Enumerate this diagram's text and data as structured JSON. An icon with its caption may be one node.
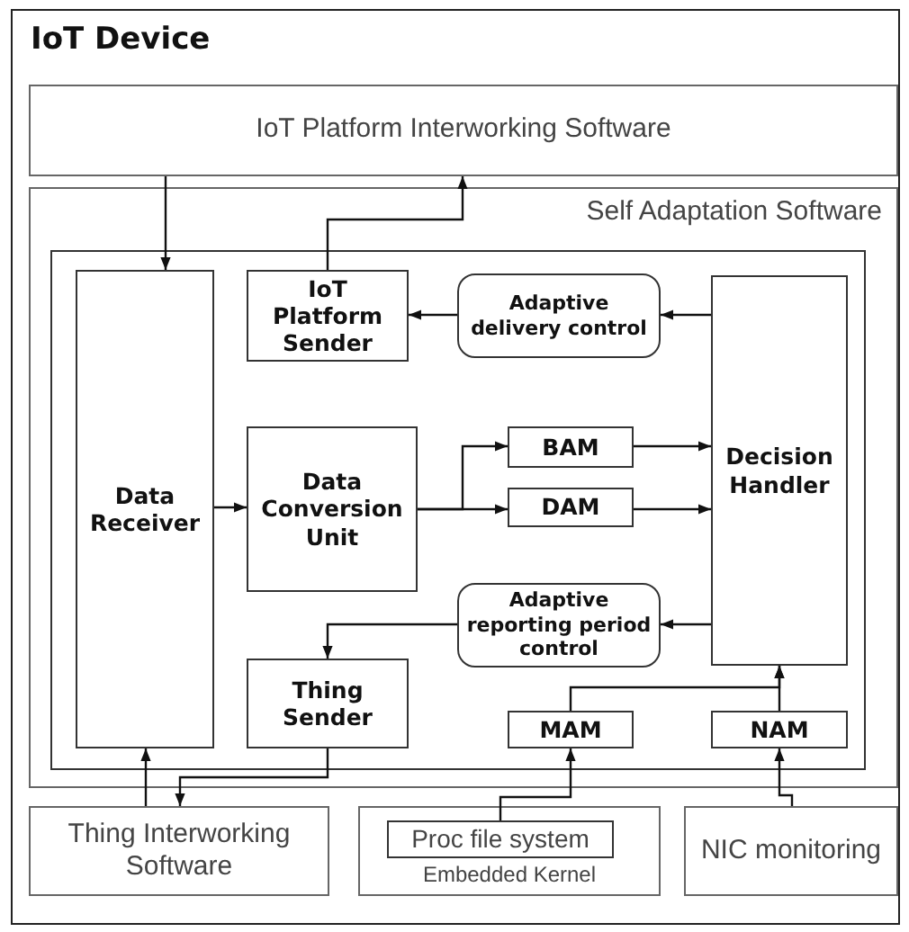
{
  "diagram": {
    "nodes": [
      {
        "text": [
          "IoT Device"
        ]
      },
      {
        "text": [
          "IoT Platform Interworking Software"
        ],
        "in": 0
      },
      {
        "text": [
          "Self Adaptation Software"
        ],
        "in": 0
      },
      {
        "text": [],
        "shape": "box",
        "in": 2
      },
      {
        "text": [
          "Data Receiver"
        ],
        "in": 3
      },
      {
        "text": [
          "IoT Platform Sender"
        ],
        "in": 3
      },
      {
        "text": [
          "Adaptive delivery control"
        ],
        "in": 3
      },
      {
        "text": [
          "Decision Handler"
        ],
        "in": 3
      },
      {
        "text": [
          "Data Conversion Unit"
        ],
        "in": 3
      },
      {
        "text": [
          "BAM"
        ],
        "in": 3
      },
      {
        "text": [
          "DAM"
        ],
        "in": 3
      },
      {
        "text": [
          "Adaptive reporting period control"
        ],
        "in": 3
      },
      {
        "text": [
          "Thing Sender"
        ],
        "in": 3
      },
      {
        "text": [
          "MAM"
        ],
        "in": 3
      },
      {
        "text": [
          "NAM"
        ],
        "in": 3
      },
      {
        "text": [
          "Thing Interworking Software"
        ],
        "in": 0
      },
      {
        "text": [
          "Embedded Kernel"
        ],
        "in": 0
      },
      {
        "text": [
          "Proc file system"
        ],
        "in": 16
      },
      {
        "text": [
          "NIC monitoring"
        ],
        "in": 0
      }
    ],
    "edges": [
      {
        "from": 1,
        "to": 4,
        "arrow": "to"
      },
      {
        "from": 5,
        "to": 1,
        "arrow": "to"
      },
      {
        "from": 7,
        "to": 6,
        "arrow": "to"
      },
      {
        "from": 6,
        "to": 5,
        "arrow": "to"
      },
      {
        "from": 4,
        "to": 8,
        "arrow": "to"
      },
      {
        "from": 8,
        "to": 9,
        "arrow": "to"
      },
      {
        "from": 8,
        "to": 10,
        "arrow": "to"
      },
      {
        "from": 9,
        "to": 7,
        "arrow": "to"
      },
      {
        "from": 10,
        "to": 7,
        "arrow": "to"
      },
      {
        "from": 7,
        "to": 11,
        "arrow": "to"
      },
      {
        "from": 11,
        "to": 12,
        "arrow": "to"
      },
      {
        "from": 13,
        "to": 7,
        "arrow": "to"
      },
      {
        "from": 14,
        "to": 7,
        "arrow": "to"
      },
      {
        "from": 15,
        "to": 4,
        "arrow": "to"
      },
      {
        "from": 12,
        "to": 15,
        "arrow": "to"
      },
      {
        "from": 17,
        "to": 13,
        "arrow": "to"
      },
      {
        "from": 18,
        "to": 14,
        "arrow": "to"
      }
    ]
  }
}
